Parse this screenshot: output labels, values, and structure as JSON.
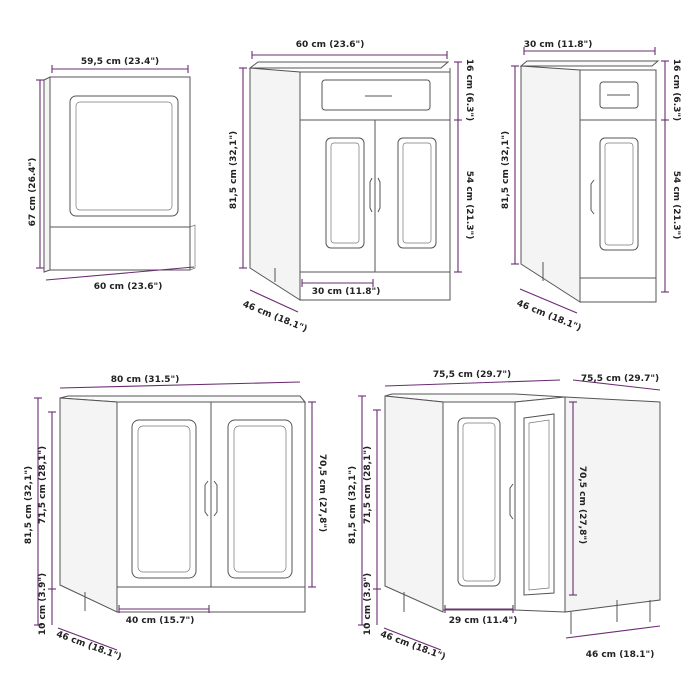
{
  "colors": {
    "dimension_line": "#6b2c72",
    "outline": "#555555",
    "text": "#222222"
  },
  "cabinets": [
    {
      "id": "oven-front",
      "labels": {
        "top_width": "59,5 cm (23.4\")",
        "height": "67 cm (26.4\")",
        "bottom_width": "60 cm (23.6\")"
      }
    },
    {
      "id": "drawer-base-60",
      "labels": {
        "width": "60 cm (23.6\")",
        "total_height": "81,5 cm (32,1\")",
        "drawer_height": "16 cm (6.3\")",
        "door_height": "54 cm (21.3\")",
        "door_width": "30 cm (11.8\")",
        "depth": "46 cm (18.1\")"
      }
    },
    {
      "id": "drawer-base-30",
      "labels": {
        "width": "30 cm (11.8\")",
        "total_height": "81,5 cm (32,1\")",
        "drawer_height": "16 cm (6.3\")",
        "door_height": "54 cm (21.3\")",
        "depth": "46 cm (18.1\")"
      }
    },
    {
      "id": "sink-base-80",
      "labels": {
        "width": "80 cm (31.5\")",
        "total_height": "81,5 cm (32,1\")",
        "body_height": "71,5 cm (28,1\")",
        "door_height": "70,5 cm (27,8\")",
        "plinth_height": "10 cm (3.9\")",
        "door_width": "40 cm (15.7\")",
        "depth": "46 cm (18.1\")"
      }
    },
    {
      "id": "corner-base",
      "labels": {
        "left_width": "75,5 cm (29.7\")",
        "right_width": "75,5 cm (29.7\")",
        "total_height": "81,5 cm (32,1\")",
        "body_height": "71,5 cm (28,1\")",
        "door_height": "70,5 cm (27,8\")",
        "plinth_height": "10 cm (3.9\")",
        "door_width": "29 cm (11.4\")",
        "left_depth": "46 cm (18.1\")",
        "right_depth": "46 cm (18.1\")"
      }
    }
  ]
}
